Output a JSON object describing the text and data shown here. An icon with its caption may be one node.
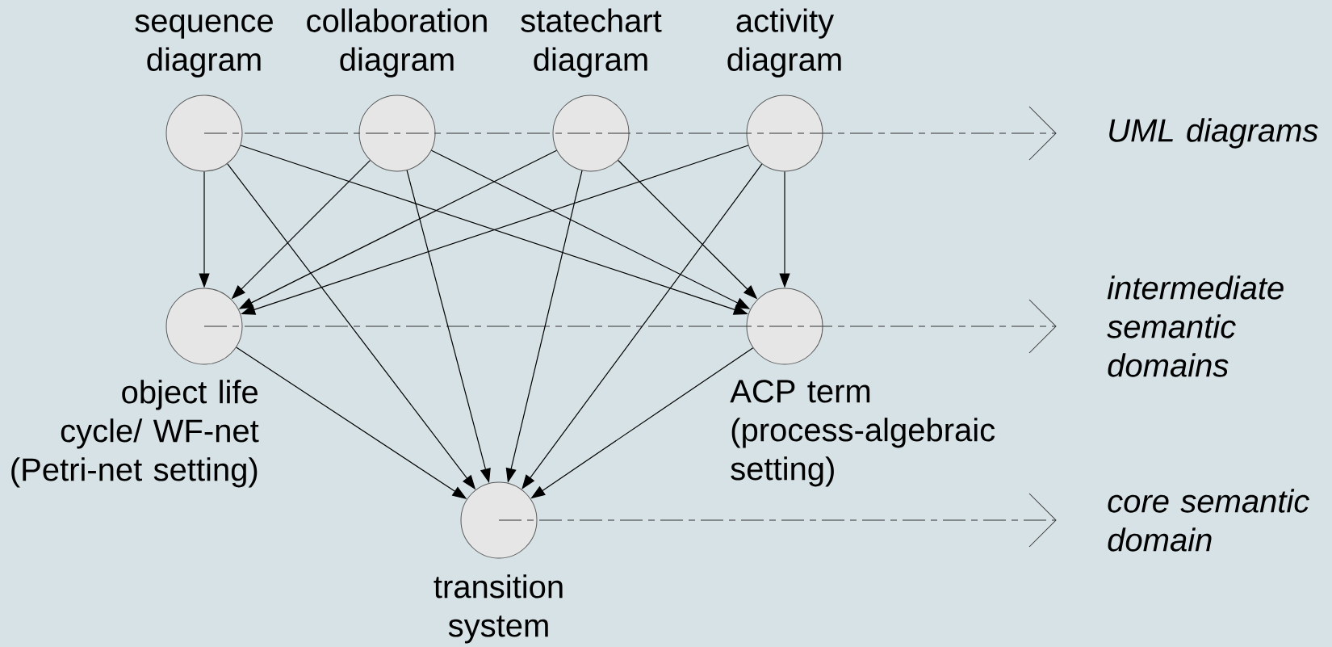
{
  "diagram": {
    "nodes": [
      {
        "text": [
          "sequence diagram"
        ]
      },
      {
        "text": [
          "collaboration diagram"
        ]
      },
      {
        "text": [
          "statechart diagram"
        ]
      },
      {
        "text": [
          "activity diagram"
        ]
      },
      {
        "text": [
          "object life cycle/ WF-net",
          "(Petri-net setting)"
        ]
      },
      {
        "text": [
          "ACP term",
          "(process-algebraic setting)"
        ]
      },
      {
        "text": [
          "transition system"
        ]
      }
    ],
    "edges": [
      {
        "from": 0,
        "to": 4,
        "arrow": "to"
      },
      {
        "from": 0,
        "to": 5,
        "arrow": "to"
      },
      {
        "from": 0,
        "to": 6,
        "arrow": "to"
      },
      {
        "from": 1,
        "to": 4,
        "arrow": "to"
      },
      {
        "from": 1,
        "to": 5,
        "arrow": "to"
      },
      {
        "from": 1,
        "to": 6,
        "arrow": "to"
      },
      {
        "from": 2,
        "to": 4,
        "arrow": "to"
      },
      {
        "from": 2,
        "to": 5,
        "arrow": "to"
      },
      {
        "from": 2,
        "to": 6,
        "arrow": "to"
      },
      {
        "from": 3,
        "to": 4,
        "arrow": "to"
      },
      {
        "from": 3,
        "to": 5,
        "arrow": "to"
      },
      {
        "from": 3,
        "to": 6,
        "arrow": "to"
      },
      {
        "from": 4,
        "to": 6,
        "arrow": "to"
      },
      {
        "from": 5,
        "to": 6,
        "arrow": "to"
      }
    ],
    "labels": [
      "UML diagrams",
      "intermediate semantic domains",
      "core semantic domain"
    ]
  }
}
